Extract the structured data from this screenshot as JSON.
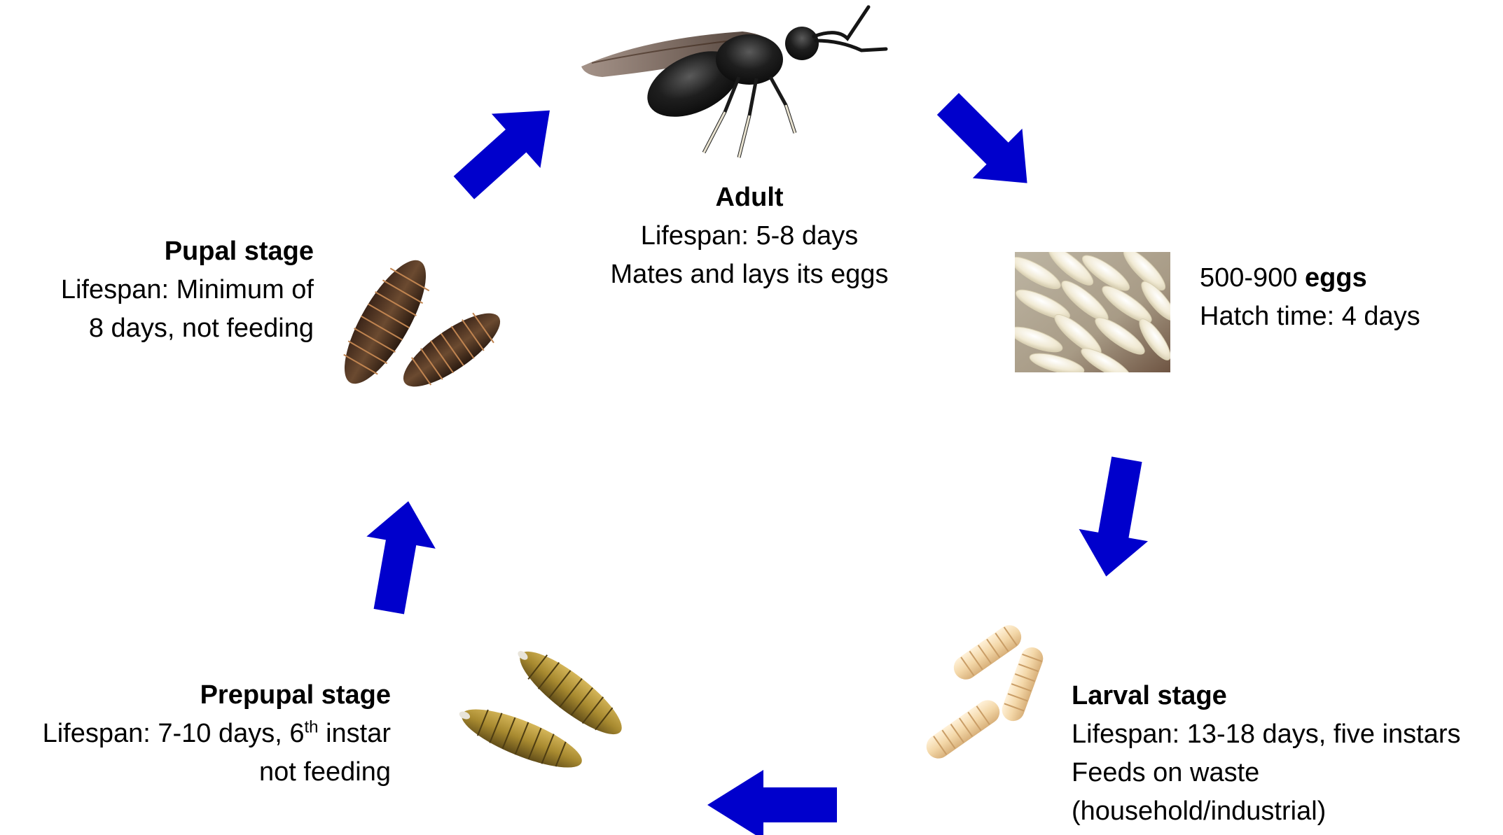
{
  "colors": {
    "arrow": "#0000CC",
    "text": "#000000",
    "background": "#ffffff"
  },
  "stages": {
    "adult": {
      "title": "Adult",
      "line1": "Lifespan: 5-8 days",
      "line2": "Mates and lays its eggs",
      "icon": "adult-fly-icon"
    },
    "eggs": {
      "count": "500-900 ",
      "count_bold": "eggs",
      "line2": "Hatch time: 4 days",
      "icon": "eggs-photo-icon"
    },
    "larval": {
      "title": "Larval stage",
      "line1": "Lifespan: 13-18 days, five instars",
      "line2": "Feeds on waste",
      "line3": "(household/industrial)",
      "icon": "larvae-icon"
    },
    "prepupal": {
      "title": "Prepupal stage",
      "line1_pre": "Lifespan: 7-10 days, 6",
      "line1_sup": "th",
      "line1_post": " instar",
      "line2": "not feeding",
      "icon": "prepupae-icon"
    },
    "pupal": {
      "title": "Pupal stage",
      "line1": "Lifespan: Minimum of",
      "line2": "8 days, not feeding",
      "icon": "pupae-icon"
    }
  },
  "arrows": [
    {
      "name": "arrow-adult-to-eggs",
      "direction": "down-right"
    },
    {
      "name": "arrow-eggs-to-larval",
      "direction": "down"
    },
    {
      "name": "arrow-larval-to-prepupal",
      "direction": "left"
    },
    {
      "name": "arrow-prepupal-to-pupal",
      "direction": "up"
    },
    {
      "name": "arrow-pupal-to-adult",
      "direction": "up-right"
    }
  ]
}
